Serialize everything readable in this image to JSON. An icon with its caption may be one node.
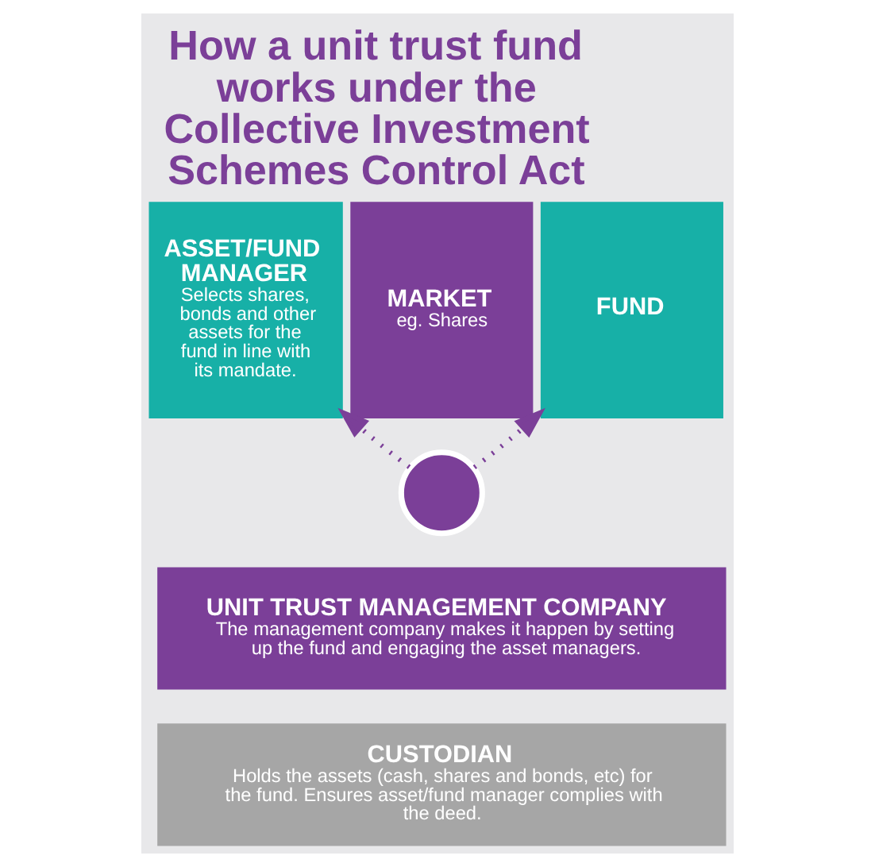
{
  "diagram": {
    "title": "How a unit trust fund works under the Collective Investment Schemes Control Act",
    "nodes": [
      {
        "text": [
          "ASSET/FUND MANAGER",
          "Selects shares, bonds and other assets for the fund in line with its mandate."
        ]
      },
      {
        "text": [
          "MARKET",
          "eg. Shares"
        ]
      },
      {
        "text": [
          "FUND"
        ]
      },
      {
        "text": [],
        "shape": "circle"
      },
      {
        "text": [
          "UNIT TRUST MANAGEMENT COMPANY",
          "The management company makes it happen by setting up the fund and engaging the asset managers."
        ]
      },
      {
        "text": [
          "CUSTODIAN",
          "Holds the assets (cash, shares and bonds, etc) for the fund. Ensures asset/fund manager complies with the deed."
        ]
      }
    ],
    "edges": [
      {
        "from": 3,
        "to": 0,
        "arrow": "to",
        "style": "dashed"
      },
      {
        "from": 3,
        "to": 2,
        "arrow": "to",
        "style": "dashed"
      }
    ]
  }
}
